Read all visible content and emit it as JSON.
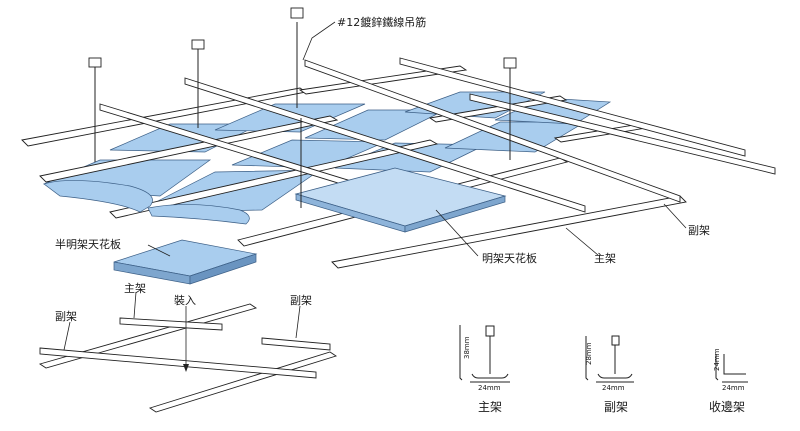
{
  "labels": {
    "hanger_wire": "#12鍍鋅鐵線吊筋",
    "semi_exposed_panel": "半明架天花板",
    "exposed_panel": "明架天花板",
    "main_runner": "主架",
    "cross_tee": "副架",
    "main_runner_detail": "主架",
    "cross_tee_detail": "副架",
    "insert": "裝入",
    "cross_tee_detail_right": "副架",
    "cross_tee_detail_left": "副架"
  },
  "profiles": {
    "main": {
      "caption": "主架",
      "height": "38mm",
      "width": "24mm"
    },
    "cross": {
      "caption": "副架",
      "height": "28mm",
      "width": "24mm"
    },
    "edge": {
      "caption": "收邊架",
      "height": "24mm",
      "width": "24mm"
    }
  },
  "colors": {
    "panel": "#a9cdee",
    "panel_light": "#c3dcf3",
    "line": "#222222"
  }
}
